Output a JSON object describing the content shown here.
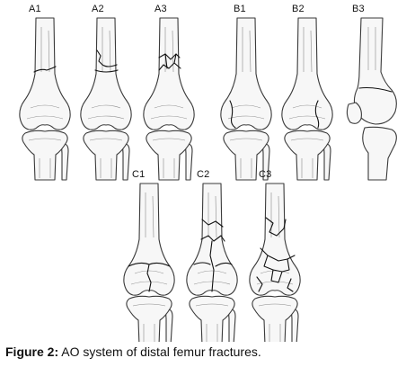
{
  "panels": [
    {
      "id": "A1",
      "label": "A1"
    },
    {
      "id": "A2",
      "label": "A2"
    },
    {
      "id": "A3",
      "label": "A3"
    },
    {
      "id": "B1",
      "label": "B1"
    },
    {
      "id": "B2",
      "label": "B2"
    },
    {
      "id": "B3",
      "label": "B3"
    },
    {
      "id": "C1",
      "label": "C1"
    },
    {
      "id": "C2",
      "label": "C2"
    },
    {
      "id": "C3",
      "label": "C3"
    }
  ],
  "caption": {
    "label": "Figure 2:",
    "text": "AO system of distal femur fractures."
  }
}
